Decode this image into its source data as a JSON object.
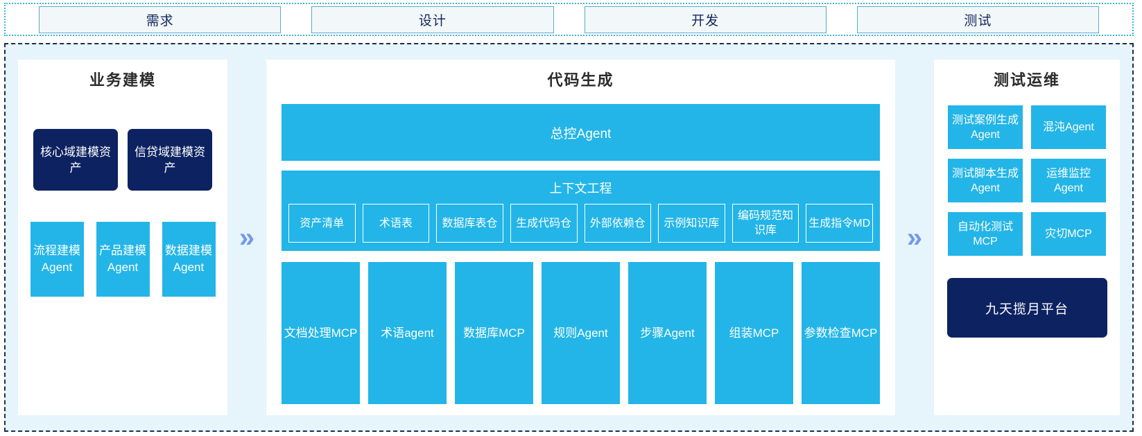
{
  "phases": [
    {
      "label": "需求"
    },
    {
      "label": "设计"
    },
    {
      "label": "开发"
    },
    {
      "label": "测试"
    }
  ],
  "arrows": {
    "glyph": "»",
    "left_name": "chevron-right-icon",
    "right_name": "chevron-right-icon"
  },
  "colors": {
    "accent_cyan": "#23b5e8",
    "navy": "#0d2261",
    "frame_bg": "#e6f4fc",
    "chevron": "#7399e8",
    "phase_border": "#5fa8c4",
    "phase_bg": "#f2f7fa",
    "dotted_border": "#35b4e4",
    "dashed_border": "#1b2c4e"
  },
  "left_panel": {
    "title": "业务建模",
    "assets": [
      {
        "label": "核心域建模资产"
      },
      {
        "label": "信贷域建模资产"
      }
    ],
    "agents": [
      {
        "label": "流程建模Agent"
      },
      {
        "label": "产品建模Agent"
      },
      {
        "label": "数据建模Agent"
      }
    ]
  },
  "center_panel": {
    "title": "代码生成",
    "master_agent": "总控Agent",
    "context": {
      "title": "上下文工程",
      "items": [
        {
          "label": "资产清单"
        },
        {
          "label": "术语表"
        },
        {
          "label": "数据库表仓"
        },
        {
          "label": "生成代码仓"
        },
        {
          "label": "外部依赖仓"
        },
        {
          "label": "示例知识库"
        },
        {
          "label": "编码规范知识库"
        },
        {
          "label": "生成指令MD"
        }
      ]
    },
    "tools": [
      {
        "label": "文档处理MCP"
      },
      {
        "label": "术语agent"
      },
      {
        "label": "数据库MCP"
      },
      {
        "label": "规则Agent"
      },
      {
        "label": "步骤Agent"
      },
      {
        "label": "组装MCP"
      },
      {
        "label": "参数检查MCP"
      }
    ]
  },
  "right_panel": {
    "title": "测试运维",
    "items": [
      {
        "label": "测试案例生成Agent"
      },
      {
        "label": "混沌Agent"
      },
      {
        "label": "测试脚本生成Agent"
      },
      {
        "label": "运维监控Agent"
      },
      {
        "label": "自动化测试MCP"
      },
      {
        "label": "灾切MCP"
      }
    ],
    "platform": "九天揽月平台"
  }
}
